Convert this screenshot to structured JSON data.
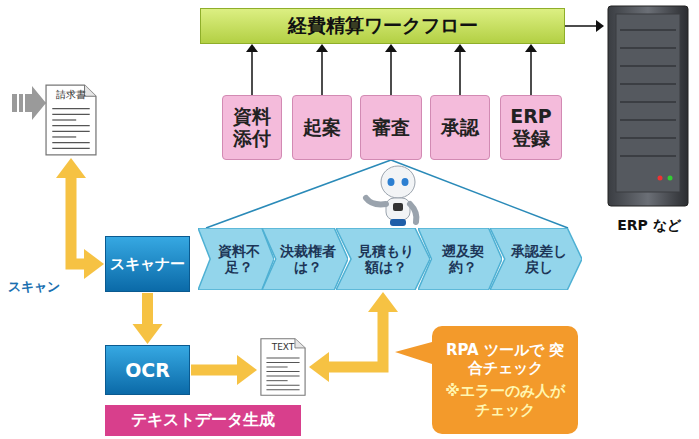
{
  "diagram": {
    "nodes": [
      {
        "text": [
          "経費精算ワークフロー"
        ]
      },
      {
        "text": [
          "資料添付"
        ]
      },
      {
        "text": [
          "起案"
        ]
      },
      {
        "text": [
          "審査"
        ]
      },
      {
        "text": [
          "承認"
        ]
      },
      {
        "text": [
          "ERP登録"
        ]
      },
      {
        "text": [
          "ERP など"
        ]
      },
      {
        "text": [
          "請求書"
        ]
      },
      {
        "text": [
          "資料不足？"
        ]
      },
      {
        "text": [
          "決裁権者は？"
        ]
      },
      {
        "text": [
          "見積もり額は？"
        ]
      },
      {
        "text": [
          "遡及契約？"
        ]
      },
      {
        "text": [
          "承認差し戻し"
        ]
      },
      {
        "text": [
          "スキャナー"
        ]
      },
      {
        "text": [
          "OCR"
        ]
      },
      {
        "text": [
          "TEXT"
        ]
      },
      {
        "text": [
          "RPA ツールで 突合チェック",
          "※エラーのみ人が チェック"
        ]
      },
      {
        "text": [
          "テキストデータ生成"
        ]
      }
    ],
    "edges": [
      {
        "from": 1,
        "to": 0,
        "arrow": "to"
      },
      {
        "from": 2,
        "to": 0,
        "arrow": "to"
      },
      {
        "from": 3,
        "to": 0,
        "arrow": "to"
      },
      {
        "from": 4,
        "to": 0,
        "arrow": "to"
      },
      {
        "from": 5,
        "to": 0,
        "arrow": "to"
      },
      {
        "from": 0,
        "to": 6,
        "arrow": "to"
      },
      {
        "from": 7,
        "to": 13,
        "arrow": "both"
      },
      {
        "from": 13,
        "to": 14,
        "arrow": "to"
      },
      {
        "from": 14,
        "to": 15,
        "arrow": "to"
      },
      {
        "from": 15,
        "to": 10,
        "arrow": "both"
      },
      {
        "from": 3,
        "to": 8,
        "arrow": "none"
      },
      {
        "from": 3,
        "to": 12,
        "arrow": "none"
      }
    ],
    "labels": [
      "スキャン"
    ]
  }
}
